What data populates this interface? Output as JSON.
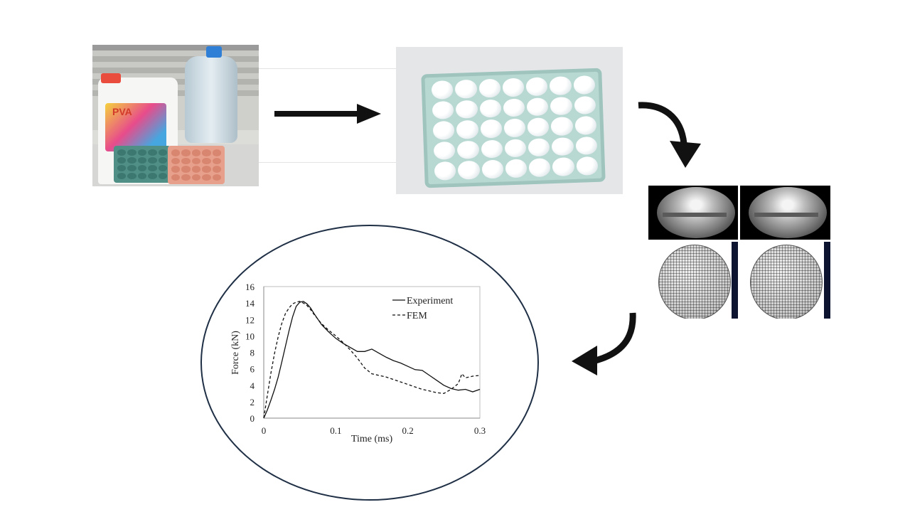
{
  "photo1": {
    "canister_label": "PVA"
  },
  "chart_data": {
    "type": "line",
    "xlabel": "Time (ms)",
    "ylabel": "Force (kN)",
    "xlim": [
      0,
      0.3
    ],
    "ylim": [
      0,
      16
    ],
    "x_ticks": [
      "0",
      "0.1",
      "0.2",
      "0.3"
    ],
    "y_ticks": [
      "0",
      "2",
      "4",
      "6",
      "8",
      "10",
      "12",
      "14",
      "16"
    ],
    "legend_position": "top-right",
    "grid": false,
    "series": [
      {
        "name": "Experiment",
        "style": "solid",
        "x": [
          0,
          0.005,
          0.01,
          0.015,
          0.02,
          0.025,
          0.03,
          0.035,
          0.04,
          0.045,
          0.05,
          0.055,
          0.06,
          0.065,
          0.07,
          0.08,
          0.09,
          0.1,
          0.11,
          0.12,
          0.13,
          0.14,
          0.15,
          0.16,
          0.17,
          0.18,
          0.19,
          0.2,
          0.21,
          0.22,
          0.23,
          0.24,
          0.25,
          0.26,
          0.27,
          0.28,
          0.29,
          0.3
        ],
        "y": [
          0,
          1.0,
          2.2,
          3.5,
          5.0,
          6.8,
          8.7,
          10.6,
          12.3,
          13.6,
          14.1,
          14.2,
          13.9,
          13.4,
          12.7,
          11.4,
          10.5,
          9.7,
          9.1,
          8.6,
          8.1,
          8.1,
          8.4,
          7.9,
          7.4,
          7.0,
          6.7,
          6.3,
          5.9,
          5.8,
          5.2,
          4.6,
          4.0,
          3.6,
          3.4,
          3.5,
          3.2,
          3.5
        ]
      },
      {
        "name": "FEM",
        "style": "dashed",
        "x": [
          0,
          0.005,
          0.01,
          0.015,
          0.02,
          0.025,
          0.03,
          0.035,
          0.04,
          0.045,
          0.05,
          0.055,
          0.06,
          0.065,
          0.07,
          0.08,
          0.09,
          0.1,
          0.11,
          0.12,
          0.13,
          0.14,
          0.15,
          0.16,
          0.17,
          0.18,
          0.19,
          0.2,
          0.21,
          0.22,
          0.23,
          0.24,
          0.25,
          0.26,
          0.27,
          0.275,
          0.28,
          0.29,
          0.3
        ],
        "y": [
          0,
          2.8,
          5.5,
          7.9,
          9.9,
          11.5,
          12.7,
          13.4,
          13.9,
          14.1,
          14.2,
          14.0,
          13.7,
          13.2,
          12.6,
          11.5,
          10.7,
          10.0,
          9.2,
          8.3,
          7.3,
          6.1,
          5.4,
          5.2,
          5.0,
          4.7,
          4.4,
          4.1,
          3.8,
          3.5,
          3.3,
          3.1,
          3.0,
          3.5,
          4.2,
          5.4,
          4.9,
          5.1,
          5.2
        ]
      }
    ]
  }
}
